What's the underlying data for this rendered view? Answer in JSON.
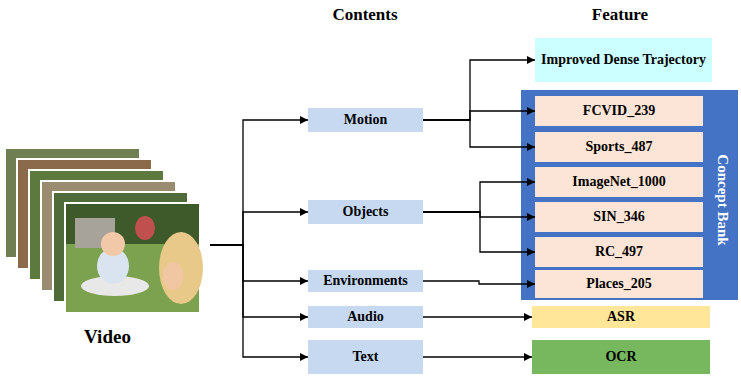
{
  "diagram": {
    "nodes": [
      {
        "text": [
          "Video"
        ]
      },
      {
        "text": [
          "Motion"
        ]
      },
      {
        "text": [
          "Objects"
        ]
      },
      {
        "text": [
          "Environments"
        ]
      },
      {
        "text": [
          "Audio"
        ]
      },
      {
        "text": [
          "Text"
        ]
      },
      {
        "text": [
          "Improved Dense Trajectory"
        ]
      },
      {
        "text": [
          "Concept Bank"
        ]
      },
      {
        "text": [
          "FCVID_239"
        ],
        "in": 7
      },
      {
        "text": [
          "Sports_487"
        ],
        "in": 7
      },
      {
        "text": [
          "ImageNet_1000"
        ],
        "in": 7
      },
      {
        "text": [
          "SIN_346"
        ],
        "in": 7
      },
      {
        "text": [
          "RC_497"
        ],
        "in": 7
      },
      {
        "text": [
          "Places_205"
        ],
        "in": 7
      },
      {
        "text": [
          "ASR"
        ]
      },
      {
        "text": [
          "OCR"
        ]
      }
    ],
    "edges": [
      {
        "from": 0,
        "to": 1,
        "arrow": "to"
      },
      {
        "from": 0,
        "to": 2,
        "arrow": "to"
      },
      {
        "from": 0,
        "to": 3,
        "arrow": "to"
      },
      {
        "from": 0,
        "to": 4,
        "arrow": "to"
      },
      {
        "from": 0,
        "to": 5,
        "arrow": "to"
      },
      {
        "from": 1,
        "to": 6,
        "arrow": "to"
      },
      {
        "from": 1,
        "to": 8,
        "arrow": "to"
      },
      {
        "from": 1,
        "to": 9,
        "arrow": "to"
      },
      {
        "from": 2,
        "to": 10,
        "arrow": "to"
      },
      {
        "from": 2,
        "to": 11,
        "arrow": "to"
      },
      {
        "from": 2,
        "to": 12,
        "arrow": "to"
      },
      {
        "from": 3,
        "to": 13,
        "arrow": "to"
      },
      {
        "from": 4,
        "to": 14,
        "arrow": "to"
      },
      {
        "from": 5,
        "to": 15,
        "arrow": "to"
      }
    ],
    "labels": [
      "Contents",
      "Feature"
    ]
  }
}
